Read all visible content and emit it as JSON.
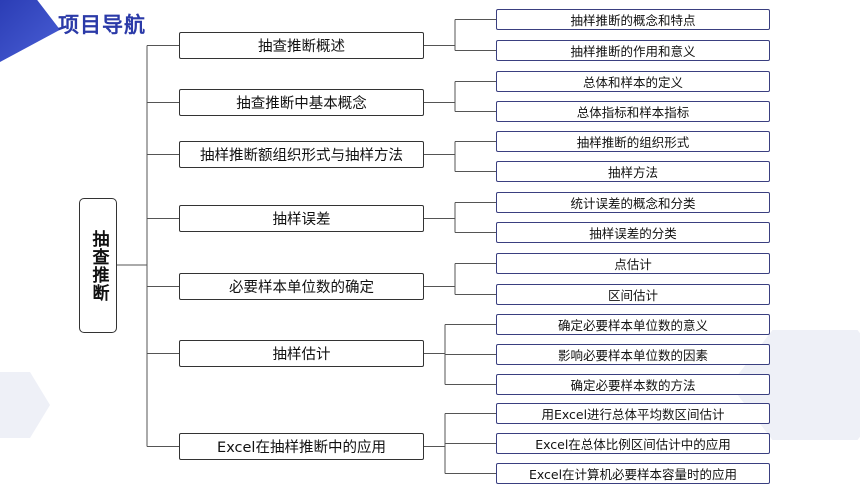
{
  "title": "项目导航",
  "root": {
    "label": "抽查推断"
  },
  "topics": [
    {
      "label": "抽查推断概述",
      "items": [
        "抽样推断的概念和特点",
        "抽样推断的作用和意义"
      ]
    },
    {
      "label": "抽查推断中基本概念",
      "items": [
        "总体和样本的定义",
        "总体指标和样本指标"
      ]
    },
    {
      "label": "抽样推断额组织形式与抽样方法",
      "items": [
        "抽样推断的组织形式",
        "抽样方法"
      ]
    },
    {
      "label": "抽样误差",
      "items": [
        "统计误差的概念和分类",
        "抽样误差的分类"
      ]
    },
    {
      "label": "必要样本单位数的确定",
      "items": [
        "点估计",
        "区间估计"
      ]
    },
    {
      "label": "抽样估计",
      "items": [
        "确定必要样本单位数的意义",
        "影响必要样本单位数的因素",
        "确定必要样本数的方法"
      ]
    },
    {
      "label": "Excel在抽样推断中的应用",
      "items": [
        "用Excel进行总体平均数区间估计",
        "Excel在总体比例区间估计中的应用",
        "Excel在计算机必要样本容量时的应用"
      ]
    }
  ],
  "colors": {
    "title": "#2b3aa8",
    "accent": "#2b3db5",
    "line": "#555555",
    "leaf_border": "#3a3f80"
  }
}
